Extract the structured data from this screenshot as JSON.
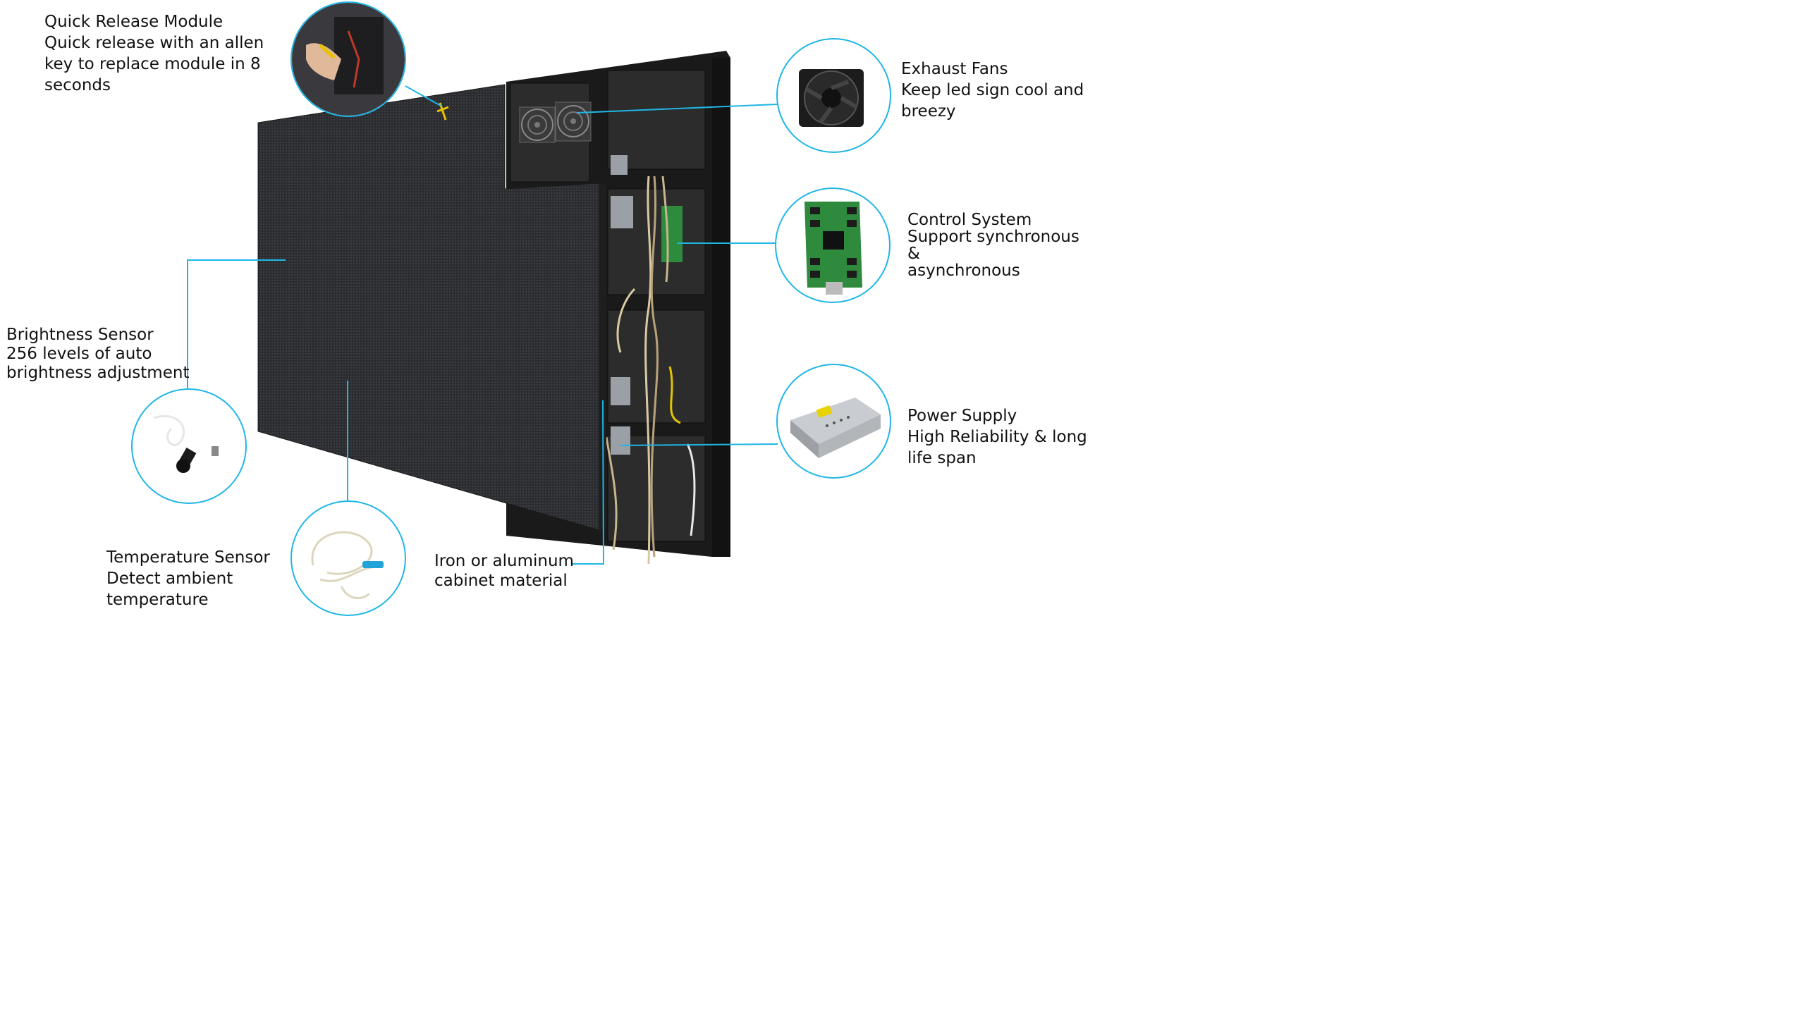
{
  "labels": {
    "quick_release": {
      "title": "Quick Release Module",
      "desc": "Quick release with an allen\nkey to replace module in 8\nseconds"
    },
    "exhaust_fans": {
      "title": "Exhaust Fans",
      "desc": "Keep led sign cool and\nbreezy"
    },
    "control_system": {
      "title": "Control System",
      "desc": "Support synchronous &\nasynchronous"
    },
    "brightness_sensor": {
      "title": "Brightness Sensor",
      "desc": "256 levels of auto\nbrightness adjustment"
    },
    "power_supply": {
      "title": "Power Supply",
      "desc": "High Reliability & long\nlife span"
    },
    "temperature_sensor": {
      "title": "Temperature Sensor",
      "desc": "Detect ambient\ntemperature"
    },
    "cabinet_material": {
      "title": "Iron or aluminum",
      "desc": "cabinet material"
    }
  },
  "colors": {
    "callout_line": "#1fb6e6",
    "cabinet": "#1b1b1b",
    "led_panel": "#2f2f33"
  },
  "icons": [
    "quick-release-photo",
    "exhaust-fan-photo",
    "control-card-photo",
    "power-supply-photo",
    "brightness-sensor-photo",
    "temperature-sensor-photo"
  ]
}
